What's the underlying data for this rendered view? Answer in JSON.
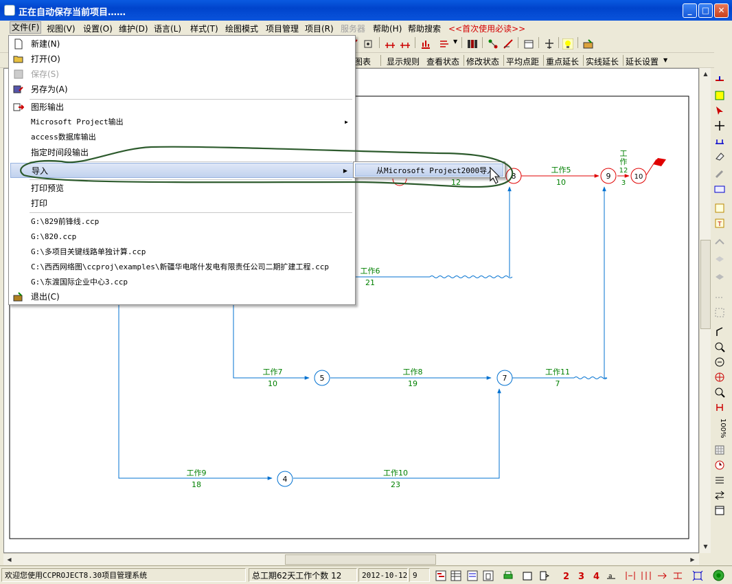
{
  "window": {
    "title": "正在自动保存当前项目……"
  },
  "menubar": [
    "文件(F)",
    "视图(V)",
    "设置(O)",
    "维护(D)",
    "语言(L)",
    "样式(T)",
    "绘图模式",
    "项目管理",
    "项目(R)",
    "服务器",
    "帮助(H)",
    "帮助搜索",
    "<<首次使用必读>>"
  ],
  "toolbar2": [
    "图表",
    "显示规则",
    "查看状态",
    "修改状态",
    "平均点距",
    "重点延长",
    "实线延长",
    "延长设置"
  ],
  "file_menu": {
    "items": [
      {
        "label": "新建(N)"
      },
      {
        "label": "打开(O)"
      },
      {
        "label": "保存(S)"
      },
      {
        "label": "另存为(A)"
      },
      {
        "label": "图形输出"
      },
      {
        "label": "Microsoft Project输出"
      },
      {
        "label": "access数据库输出"
      },
      {
        "label": "指定时间段输出"
      },
      {
        "label": "导入"
      },
      {
        "label": "打印预览"
      },
      {
        "label": "打印"
      },
      {
        "label": "G:\\829前锋线.ccp"
      },
      {
        "label": "G:\\820.ccp"
      },
      {
        "label": "G:\\多项目关键线路单独计算.ccp"
      },
      {
        "label": "C:\\西西网络图\\ccproj\\examples\\新疆华电喀什发电有限责任公司二期扩建工程.ccp"
      },
      {
        "label": "G:\\东渡国际企业中心3.ccp"
      },
      {
        "label": "退出(C)"
      }
    ]
  },
  "import_submenu": {
    "item": "从Microsoft Project2000导入"
  },
  "network": {
    "nodes": [
      "4",
      "5",
      "7",
      "8",
      "9",
      "10"
    ],
    "works": [
      {
        "name": "工作5",
        "duration": "10"
      },
      {
        "name": "工作6",
        "duration": "21"
      },
      {
        "name": "工作7",
        "duration": "10"
      },
      {
        "name": "工作8",
        "duration": "19"
      },
      {
        "name": "工作11",
        "duration": "7"
      },
      {
        "name": "工作9",
        "duration": "18"
      },
      {
        "name": "工作10",
        "duration": "23"
      }
    ],
    "partial_labels": {
      "top_duration": "12",
      "vertical_work_char1": "工",
      "vertical_work_char2": "作",
      "vertical_work_num": "12",
      "vertical_work_small": "3"
    }
  },
  "statusbar": {
    "welcome": "欢迎您使用CCPROJECT8.30项目管理系统",
    "summary": "总工期62天工作个数 12",
    "date": "2012-10-12",
    "count": "9",
    "zoom": "100%"
  },
  "colors": {
    "critical": "#e00000",
    "normal": "#0070d0",
    "label": "#008000",
    "annotation": "#2c5a2c"
  }
}
